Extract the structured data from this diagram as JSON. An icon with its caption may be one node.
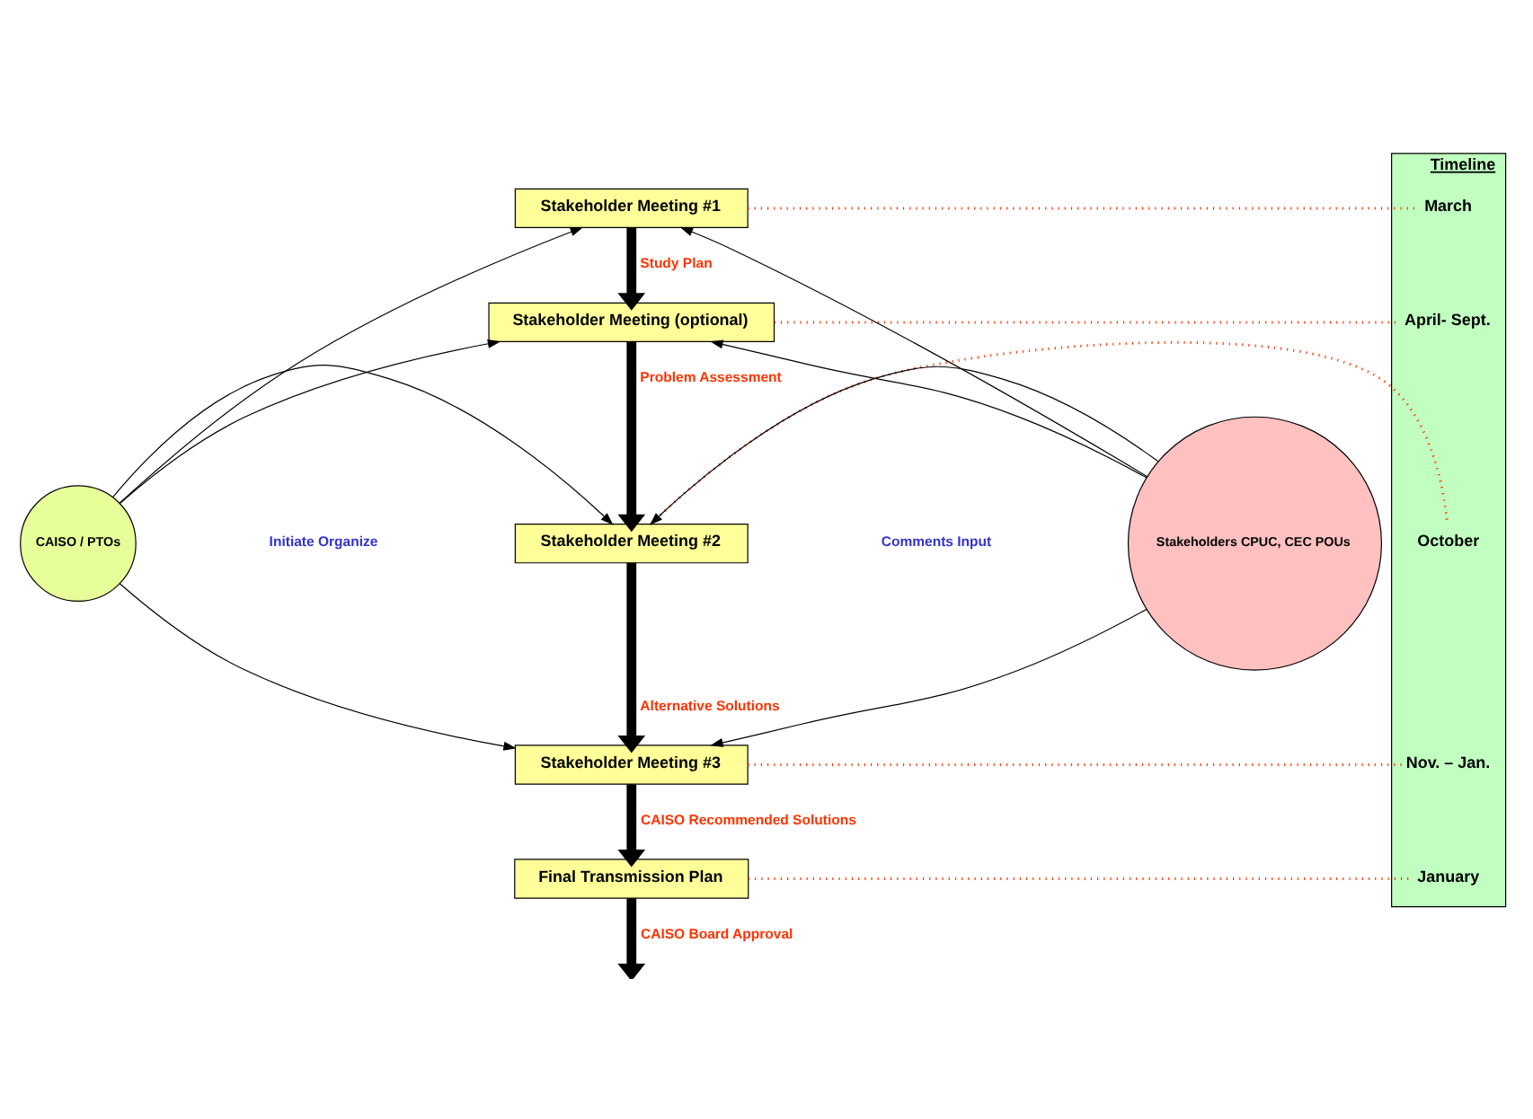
{
  "diagram": {
    "nodes": [
      {
        "text": [
          "CAISO / PTOs"
        ]
      },
      {
        "text": [
          "Stakeholder Meeting #1"
        ]
      },
      {
        "text": [
          "Stakeholder Meeting (optional)"
        ]
      },
      {
        "text": [
          "Stakeholder Meeting #2"
        ]
      },
      {
        "text": [
          "Stakeholder Meeting #3"
        ]
      },
      {
        "text": [
          "Final Transmission Plan"
        ]
      },
      {
        "text": [
          "Stakeholders CPUC, CEC POUs"
        ]
      },
      {
        "text": [
          "Timeline"
        ]
      },
      {
        "text": [
          "March"
        ],
        "in": 7
      },
      {
        "text": [
          "April- Sept."
        ],
        "in": 7
      },
      {
        "text": [
          "October"
        ],
        "in": 7
      },
      {
        "text": [
          "Nov. – Jan."
        ],
        "in": 7
      },
      {
        "text": [
          "January"
        ],
        "in": 7
      }
    ],
    "edges": [
      {
        "from": 0,
        "to": 1,
        "arrow": "to"
      },
      {
        "from": 0,
        "to": 2,
        "arrow": "to"
      },
      {
        "from": 0,
        "to": 3,
        "arrow": "to"
      },
      {
        "from": 0,
        "to": 4,
        "arrow": "to"
      },
      {
        "from": 6,
        "to": 1,
        "arrow": "to"
      },
      {
        "from": 6,
        "to": 2,
        "arrow": "to"
      },
      {
        "from": 6,
        "to": 3,
        "arrow": "to"
      },
      {
        "from": 6,
        "to": 4,
        "arrow": "to"
      },
      {
        "from": 1,
        "to": 2,
        "arrow": "to",
        "label": "Study Plan",
        "style": "thick"
      },
      {
        "from": 2,
        "to": 3,
        "arrow": "to",
        "label": "Problem Assessment",
        "style": "thick"
      },
      {
        "from": 3,
        "to": 4,
        "arrow": "to",
        "label": "Alternative Solutions",
        "style": "thick"
      },
      {
        "from": 4,
        "to": 5,
        "arrow": "to",
        "label": "CAISO Recommended Solutions",
        "style": "thick"
      },
      {
        "from": 5,
        "to": null,
        "arrow": "to",
        "label": "CAISO Board Approval",
        "style": "thick"
      },
      {
        "from": 1,
        "to": 8,
        "arrow": "none",
        "style": "dashed",
        "color": "#ff3300"
      },
      {
        "from": 2,
        "to": 9,
        "arrow": "none",
        "style": "dashed",
        "color": "#ff3300"
      },
      {
        "from": 3,
        "to": 10,
        "arrow": "none",
        "style": "dashed",
        "color": "#ff3300"
      },
      {
        "from": 4,
        "to": 11,
        "arrow": "none",
        "style": "dashed",
        "color": "#ff3300"
      },
      {
        "from": 5,
        "to": 12,
        "arrow": "none",
        "style": "dashed",
        "color": "#ff3300"
      }
    ],
    "labels": [
      "Initiate Organize",
      "Comments Input"
    ]
  }
}
